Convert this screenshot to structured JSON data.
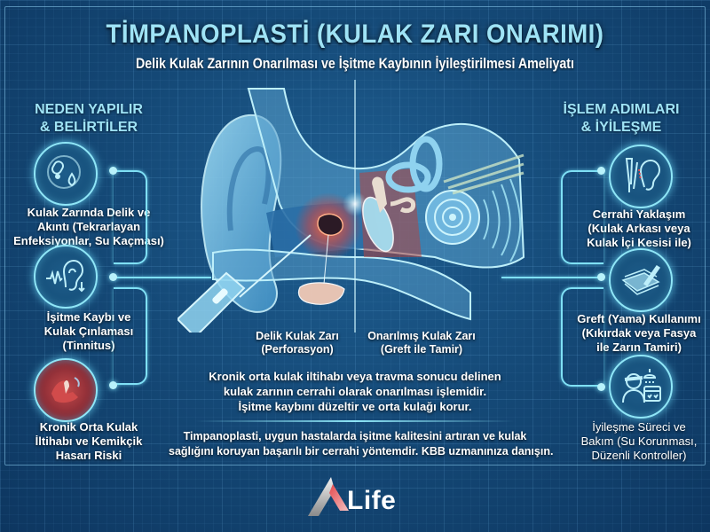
{
  "header": {
    "title": "TİMPANOPLASTİ (KULAK ZARI ONARIMI)",
    "subtitle": "Delik Kulak Zarının Onarılması ve İşitme Kaybının İyileştirilmesi Ameliyatı"
  },
  "left_column": {
    "heading_line1": "NEDEN YAPILIR",
    "heading_line2": "& BELİRTİLER",
    "items": [
      {
        "icon": "bacteria-drop-icon",
        "lines": [
          "Kulak Zarında Delik ve",
          "Akıntı (Tekrarlayan",
          "Enfeksiyonlar, Su Kaçması)"
        ]
      },
      {
        "icon": "ear-hearing-loss-icon",
        "lines": [
          "İşitme Kaybı ve",
          "Kulak Çınlaması",
          "(Tinnitus)"
        ]
      },
      {
        "icon": "inflamed-middle-ear-icon",
        "lines": [
          "Kronik Orta Kulak",
          "İltihabı ve Kemikçik",
          "Hasarı Riski"
        ]
      }
    ]
  },
  "right_column": {
    "heading_line1": "İŞLEM ADIMLARI",
    "heading_line2": "& İYİLEŞME",
    "items": [
      {
        "icon": "scalpel-ear-icon",
        "lines": [
          "Cerrahi Yaklaşım",
          "(Kulak Arkası veya",
          "Kulak İçi Kesisi ile)"
        ]
      },
      {
        "icon": "graft-patch-icon",
        "lines": [
          "Greft (Yama) Kullanımı",
          "(Kıkırdak veya Fasya",
          "ile Zarın Tamiri)"
        ]
      },
      {
        "icon": "recovery-care-icon",
        "lines": [
          "İyileşme Süreci ve",
          "Bakım (Su Korunması,",
          "Düzenli Kontroller)"
        ]
      }
    ]
  },
  "illustration": {
    "left_label": [
      "Delik Kulak Zarı",
      "(Perforasyon)"
    ],
    "right_label": [
      "Onarılmış Kulak Zarı",
      "(Greft ile Tamir)"
    ]
  },
  "description": [
    "Kronik orta kulak iltihabı veya travma sonucu delinen",
    "kulak zarının cerrahi olarak onarılması işlemidir.",
    "İşitme kaybını düzeltir ve orta kulağı korur."
  ],
  "footer_note": [
    "Timpanoplasti, uygun hastalarda işitme kalitesini artıran ve kulak",
    "sağlığını koruyan başarılı bir cerrahi yöntemdir. KBB uzmanınıza danışın."
  ],
  "logo": {
    "text": "Life"
  },
  "colors": {
    "background": "#154a78",
    "accent_cyan": "#9fe3f5",
    "connector": "#7fe0f5",
    "logo_red": "#e5484d"
  }
}
